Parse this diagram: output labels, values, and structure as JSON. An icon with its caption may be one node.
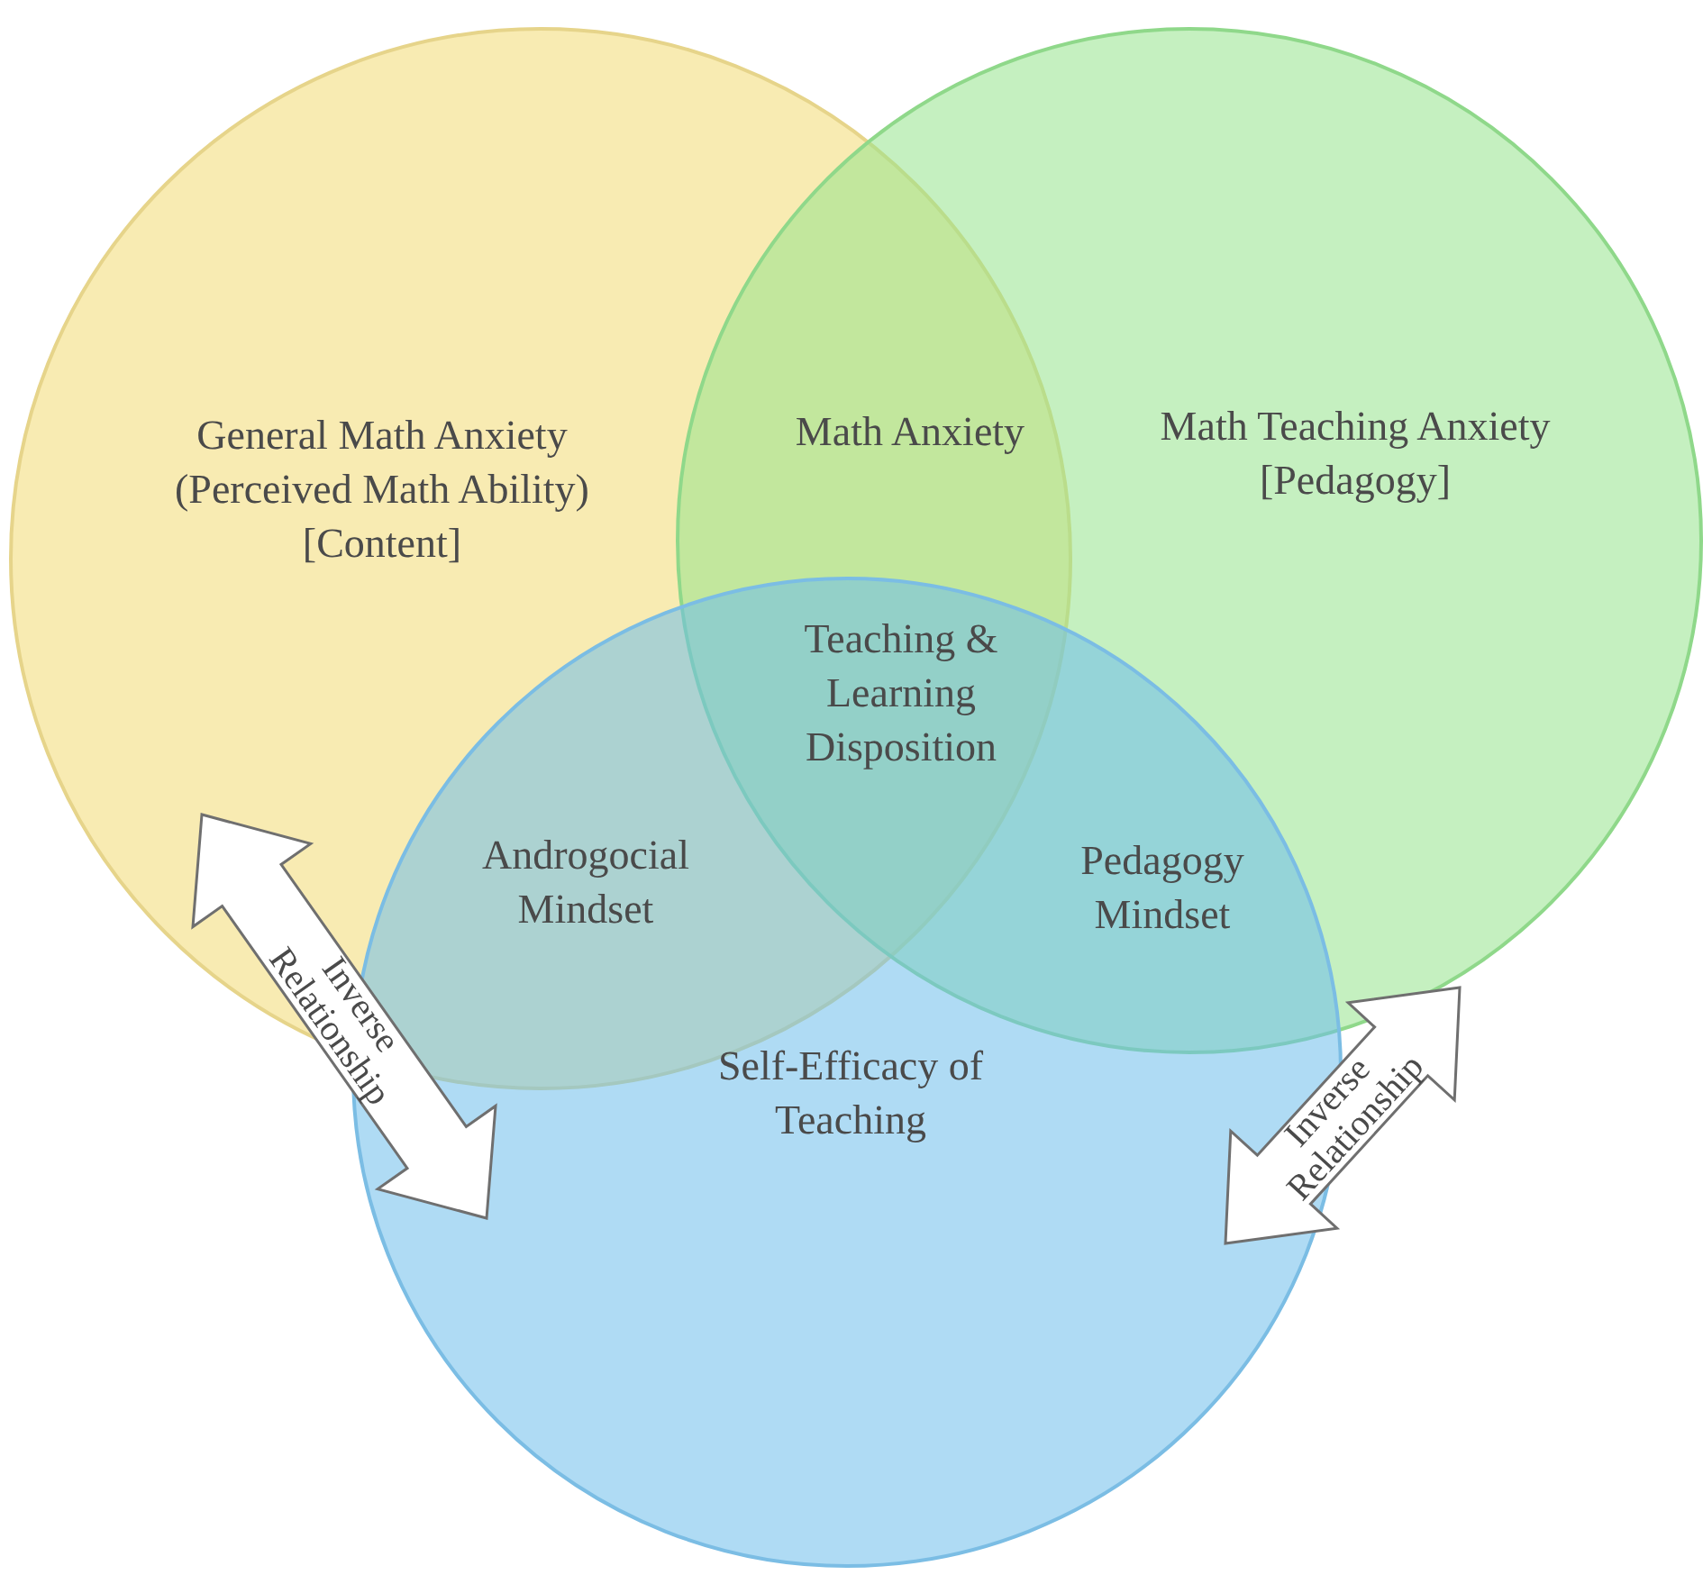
{
  "diagram": {
    "nodes": [
      {
        "text": [
          "General Math Anxiety (Perceived Math Ability) [Content]"
        ]
      },
      {
        "text": [
          "Math Teaching Anxiety [Pedagogy]"
        ]
      },
      {
        "text": [
          "Self-Efficacy of Teaching"
        ]
      }
    ],
    "edges": [
      {
        "from": 0,
        "to": 2,
        "arrow": "both",
        "label": "Inverse Relationship"
      },
      {
        "from": 1,
        "to": 2,
        "arrow": "both",
        "label": "Inverse Relationship"
      }
    ],
    "labels": [
      "Math Anxiety",
      "Teaching & Learning Disposition",
      "Androgocial Mindset",
      "Pedagogy Mindset"
    ]
  }
}
